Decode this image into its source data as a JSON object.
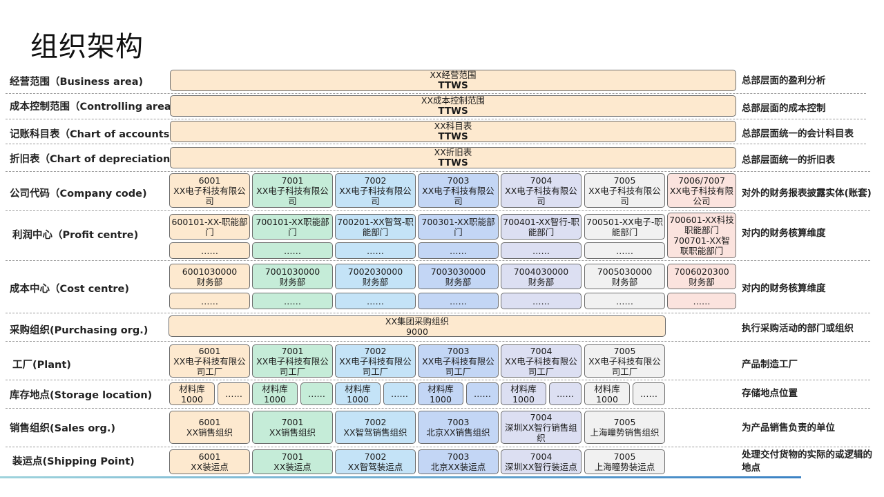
{
  "title": "组织架构",
  "rows": {
    "business_area": {
      "label": "经营范围（Business area)",
      "note": "总部层面的盈利分析",
      "box": {
        "line1": "XX经营范围",
        "line2": "TTWS"
      }
    },
    "controlling_area": {
      "label": "成本控制范围（Controlling area)",
      "note": "总部层面的成本控制",
      "box": {
        "line1": "XX成本控制范围",
        "line2": "TTWS"
      }
    },
    "chart_accounts": {
      "label": "记账科目表（Chart of accounts)",
      "note": "总部层面统一的会计科目表",
      "box": {
        "line1": "XX科目表",
        "line2": "TTWS"
      }
    },
    "chart_depreciation": {
      "label": "折旧表（Chart of depreciation)",
      "note": "总部层面统一的折旧表",
      "box": {
        "line1": "XX折旧表",
        "line2": "TTWS"
      }
    },
    "company_code": {
      "label": "公司代码（Company code)",
      "note": "对外的财务报表披露实体(账套)",
      "boxes": [
        {
          "code": "6001",
          "name": "XX电子科技有限公司"
        },
        {
          "code": "7001",
          "name": "XX电子科技有限公司"
        },
        {
          "code": "7002",
          "name": "XX电子科技有限公司"
        },
        {
          "code": "7003",
          "name": "XX电子科技有限公司"
        },
        {
          "code": "7004",
          "name": "XX电子科技有限公司"
        },
        {
          "code": "7005",
          "name": "XX电子科技有限公司"
        },
        {
          "code": "7006/7007",
          "name": "XX电子科技有限公司"
        }
      ]
    },
    "profit_centre": {
      "label": "利润中心（Profit centre)",
      "note": "对内的财务核算维度",
      "boxes": [
        "600101-XX-职能部门",
        "700101-XX职能部门",
        "700201-XX智驾-职能部门",
        "700301-XX职能部门",
        "700401-XX智行-职能部门",
        "700501-XX电子-职能部门",
        "700601-XX科技职能部门 700701-XX智联职能部门"
      ],
      "more": "……"
    },
    "cost_centre": {
      "label": "成本中心（Cost centre)",
      "note": "对内的财务核算维度",
      "boxes": [
        {
          "code": "6001030000",
          "name": "财务部"
        },
        {
          "code": "7001030000",
          "name": "财务部"
        },
        {
          "code": "7002030000",
          "name": "财务部"
        },
        {
          "code": "7003030000",
          "name": "财务部"
        },
        {
          "code": "7004030000",
          "name": "财务部"
        },
        {
          "code": "7005030000",
          "name": "财务部"
        },
        {
          "code": "7006020300",
          "name": "财务部"
        }
      ],
      "more": "……"
    },
    "purchasing_org": {
      "label": "采购组织(Purchasing org.)",
      "note": "执行采购活动的部门或组织",
      "box": {
        "line1": "XX集团采购组织",
        "line2": "9000"
      }
    },
    "plant": {
      "label": "工厂(Plant)",
      "note": "产品制造工厂",
      "boxes": [
        {
          "code": "6001",
          "name": "XX电子科技有限公司工厂"
        },
        {
          "code": "7001",
          "name": "XX电子科技有限公司工厂"
        },
        {
          "code": "7002",
          "name": "XX电子科技有限公司工厂"
        },
        {
          "code": "7003",
          "name": "XX电子科技有限公司工厂"
        },
        {
          "code": "7004",
          "name": "XX电子科技有限公司工厂"
        },
        {
          "code": "7005",
          "name": "XX电子科技有限公司工厂"
        }
      ]
    },
    "storage_location": {
      "label": "库存地点(Storage location)",
      "note": "存储地点位置",
      "item": {
        "name": "材料库",
        "code": "1000"
      },
      "more": "……"
    },
    "sales_org": {
      "label": "销售组织(Sales org.)",
      "note": "为产品销售负责的单位",
      "boxes": [
        {
          "code": "6001",
          "name": "XX销售组织"
        },
        {
          "code": "7001",
          "name": "XX销售组织"
        },
        {
          "code": "7002",
          "name": "XX智驾销售组织"
        },
        {
          "code": "7003",
          "name": "北京XX销售组织"
        },
        {
          "code": "7004",
          "name": "深圳XX智行销售组织"
        },
        {
          "code": "7005",
          "name": "上海瞳势销售组织"
        }
      ]
    },
    "shipping_point": {
      "label": "装运点(Shipping Point)",
      "note": "处理交付货物的实际的或逻辑的地点",
      "boxes": [
        {
          "code": "6001",
          "name": "XX装运点"
        },
        {
          "code": "7001",
          "name": "XX装运点"
        },
        {
          "code": "7002",
          "name": "XX智驾装运点"
        },
        {
          "code": "7003",
          "name": "北京XX装运点"
        },
        {
          "code": "7004",
          "name": "深圳XX智行装运点"
        },
        {
          "code": "7005",
          "name": "上海瞳势装运点"
        }
      ]
    }
  }
}
